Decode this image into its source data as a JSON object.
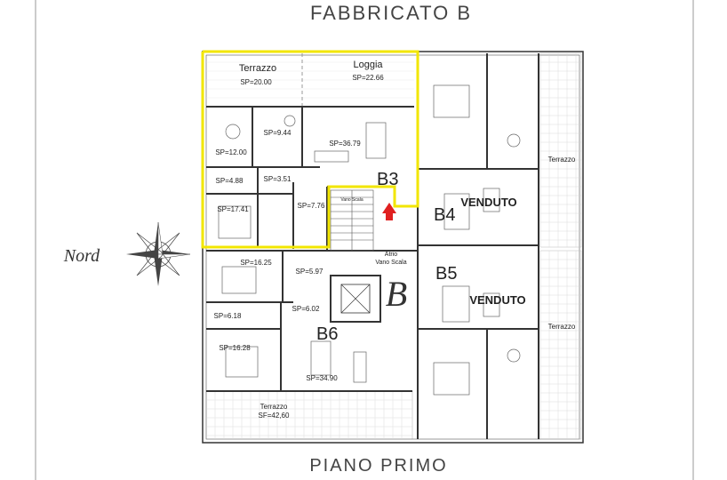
{
  "header": {
    "title": "FABBRICATO B"
  },
  "footer": {
    "floor": "PIANO PRIMO"
  },
  "compass": {
    "label": "Nord"
  },
  "building": {
    "letter": "B"
  },
  "highlight_color": "#f2e600",
  "entrance_arrow_color": "#e02020",
  "apartments": [
    {
      "id": "B3",
      "status": ""
    },
    {
      "id": "B4",
      "status": "VENDUTO"
    },
    {
      "id": "B5",
      "status": "VENDUTO"
    },
    {
      "id": "B6",
      "status": ""
    }
  ],
  "rooms_b3": {
    "terrazzo": "Terrazzo",
    "terrazzo_sp": "SP=20.00",
    "loggia": "Loggia",
    "loggia_sp": "SP=22.66",
    "sp_9_44": "SP=9.44",
    "sp_36_79": "SP=36.79",
    "sp_12_00": "SP=12.00",
    "sp_4_88": "SP=4.88",
    "sp_3_51": "SP=3.51",
    "sp_17_41": "SP=17.41",
    "sp_7_76": "SP=7.76"
  },
  "rooms_b6": {
    "sp_16_25": "SP=16.25",
    "sp_5_97": "SP=5.97",
    "sp_6_02": "SP=6.02",
    "sp_6_18": "SP=6.18",
    "sp_16_28": "SP=16.28",
    "sp_34_90": "SP=34.90",
    "terrazzo": "Terrazzo",
    "terrazzo_sp": "SF=42,60"
  },
  "stair": {
    "vano_scala_small": "Vano Scala",
    "atrio_line1": "Atrio",
    "atrio_line2": "Vano Scala"
  },
  "right_terraces": [
    "Terrazzo",
    "Terrazzo"
  ]
}
